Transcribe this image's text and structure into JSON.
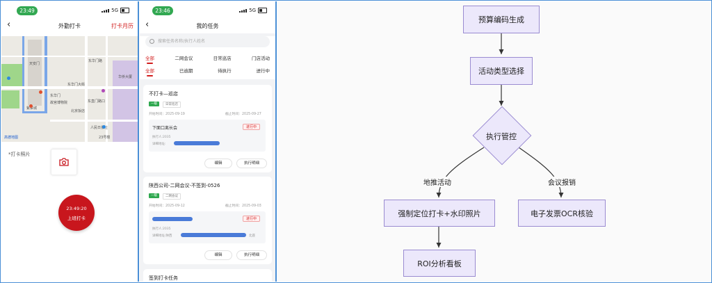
{
  "left_phone": {
    "status_time": "23:49",
    "network": "5G",
    "nav_title": "外勤打卡",
    "nav_right": "打卡月历",
    "map_labels": [
      "天安门",
      "东华门大街",
      "东华门",
      "东华门路",
      "紫禁城",
      "故宫博物院",
      "华侨大厦",
      "北京饭店",
      "东直门路口",
      "人民日报社",
      "23号楼"
    ],
    "map_logo": "高德地图",
    "photo_label": "*打卡照片",
    "punch_time": "23:49:20",
    "punch_label": "上班打卡"
  },
  "task_phone": {
    "status_time": "23:46",
    "network": "5G",
    "nav_title": "我的任务",
    "search_placeholder": "搜索任务名称/执行人姓名",
    "type_tabs": [
      "全部",
      "二网会议",
      "日常巡店",
      "门店活动"
    ],
    "status_tabs": [
      "全部",
      "已逾期",
      "待执行",
      "进行中"
    ],
    "cards": [
      {
        "title": "不打卡—巡店",
        "tag1": "一级",
        "tag2": "日常巡店",
        "start": "开始时间：2025-09-19",
        "end": "截止时间：2025-09-27",
        "sub_title": "下面口离长会",
        "status": "进行中",
        "executor": "执行人:2035",
        "address": "详细地址:",
        "btn_edit": "编辑",
        "btn_detail": "执行明细"
      },
      {
        "title": "陕西公司-二网会议-不签到-0526",
        "tag1": "一级",
        "tag2": "二网会议",
        "start": "开始时间：2025-09-12",
        "end": "截止时间：2025-09-03",
        "status": "进行中",
        "executor": "执行人:2035",
        "address": "详细地址:陕西",
        "address_tail": "北座",
        "btn_edit": "编辑",
        "btn_detail": "执行明细"
      },
      {
        "title": "签到打卡任务"
      }
    ]
  },
  "flowchart": {
    "nodes": {
      "budget": "预算编码生成",
      "activity": "活动类型选择",
      "control": "执行管控",
      "geo": "强制定位打卡+水印照片",
      "invoice": "电子发票OCR核验",
      "roi": "ROI分析看板"
    },
    "edges": {
      "to_geo": "地推活动",
      "to_invoice": "会议报销"
    }
  }
}
